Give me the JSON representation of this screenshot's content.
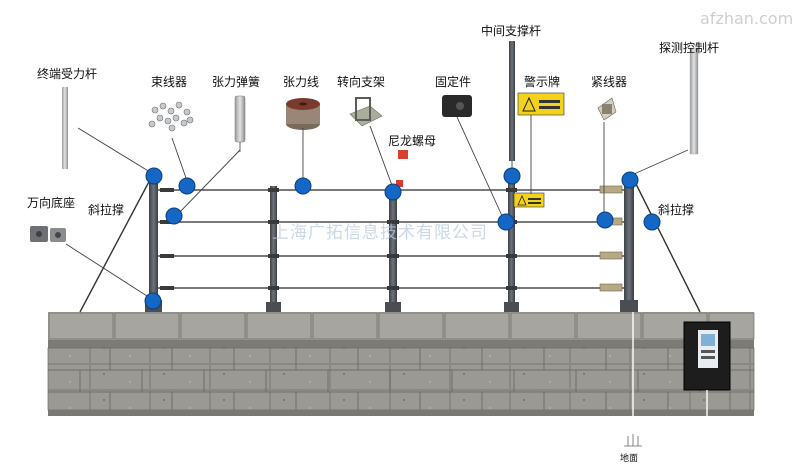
{
  "watermark_site": "afzhan.com",
  "watermark_company": "上海广拓信息技术有限公司",
  "labels": {
    "terminal_pole": "终端受力杆",
    "wire_bundler": "束线器",
    "tension_spring": "张力弹簧",
    "tension_wire": "张力线",
    "swivel_bracket": "转向支架",
    "fixing_part": "固定件",
    "middle_pole": "中间支撑杆",
    "warning_sign": "警示牌",
    "tightener": "紧线器",
    "detector_pole": "探测控制杆",
    "nylon_nut": "尼龙螺母",
    "universal_base": "万向底座",
    "brace_left": "斜拉撑",
    "brace_right": "斜拉撑",
    "ground": "地面"
  },
  "colors": {
    "marker_blue": "#1467c4",
    "marker_ring": "#0b3f7e",
    "wire": "#2b2b2b",
    "pole": "#555a60",
    "wall": "#8e8c86",
    "wall_top": "#9d9b95"
  }
}
